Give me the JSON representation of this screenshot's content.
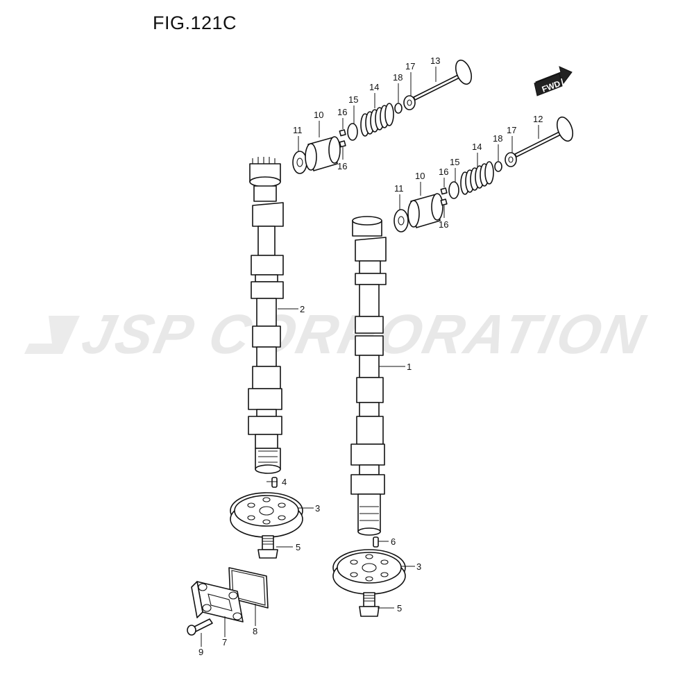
{
  "figure": {
    "title": "FIG.121C",
    "watermark": "JSP CORPORATION",
    "fwd_label": "FWD"
  },
  "callouts": [
    {
      "id": "c1",
      "label": "1"
    },
    {
      "id": "c2",
      "label": "2"
    },
    {
      "id": "c3a",
      "label": "3"
    },
    {
      "id": "c3b",
      "label": "3"
    },
    {
      "id": "c4",
      "label": "4"
    },
    {
      "id": "c5a",
      "label": "5"
    },
    {
      "id": "c5b",
      "label": "5"
    },
    {
      "id": "c6",
      "label": "6"
    },
    {
      "id": "c7",
      "label": "7"
    },
    {
      "id": "c8",
      "label": "8"
    },
    {
      "id": "c9",
      "label": "9"
    },
    {
      "id": "c10a",
      "label": "10"
    },
    {
      "id": "c10b",
      "label": "10"
    },
    {
      "id": "c11a",
      "label": "11"
    },
    {
      "id": "c11b",
      "label": "11"
    },
    {
      "id": "c12",
      "label": "12"
    },
    {
      "id": "c13",
      "label": "13"
    },
    {
      "id": "c14a",
      "label": "14"
    },
    {
      "id": "c14b",
      "label": "14"
    },
    {
      "id": "c15a",
      "label": "15"
    },
    {
      "id": "c15b",
      "label": "15"
    },
    {
      "id": "c16a",
      "label": "16"
    },
    {
      "id": "c16b",
      "label": "16"
    },
    {
      "id": "c16c",
      "label": "16"
    },
    {
      "id": "c16d",
      "label": "16"
    },
    {
      "id": "c17a",
      "label": "17"
    },
    {
      "id": "c17b",
      "label": "17"
    },
    {
      "id": "c18a",
      "label": "18"
    },
    {
      "id": "c18b",
      "label": "18"
    }
  ]
}
